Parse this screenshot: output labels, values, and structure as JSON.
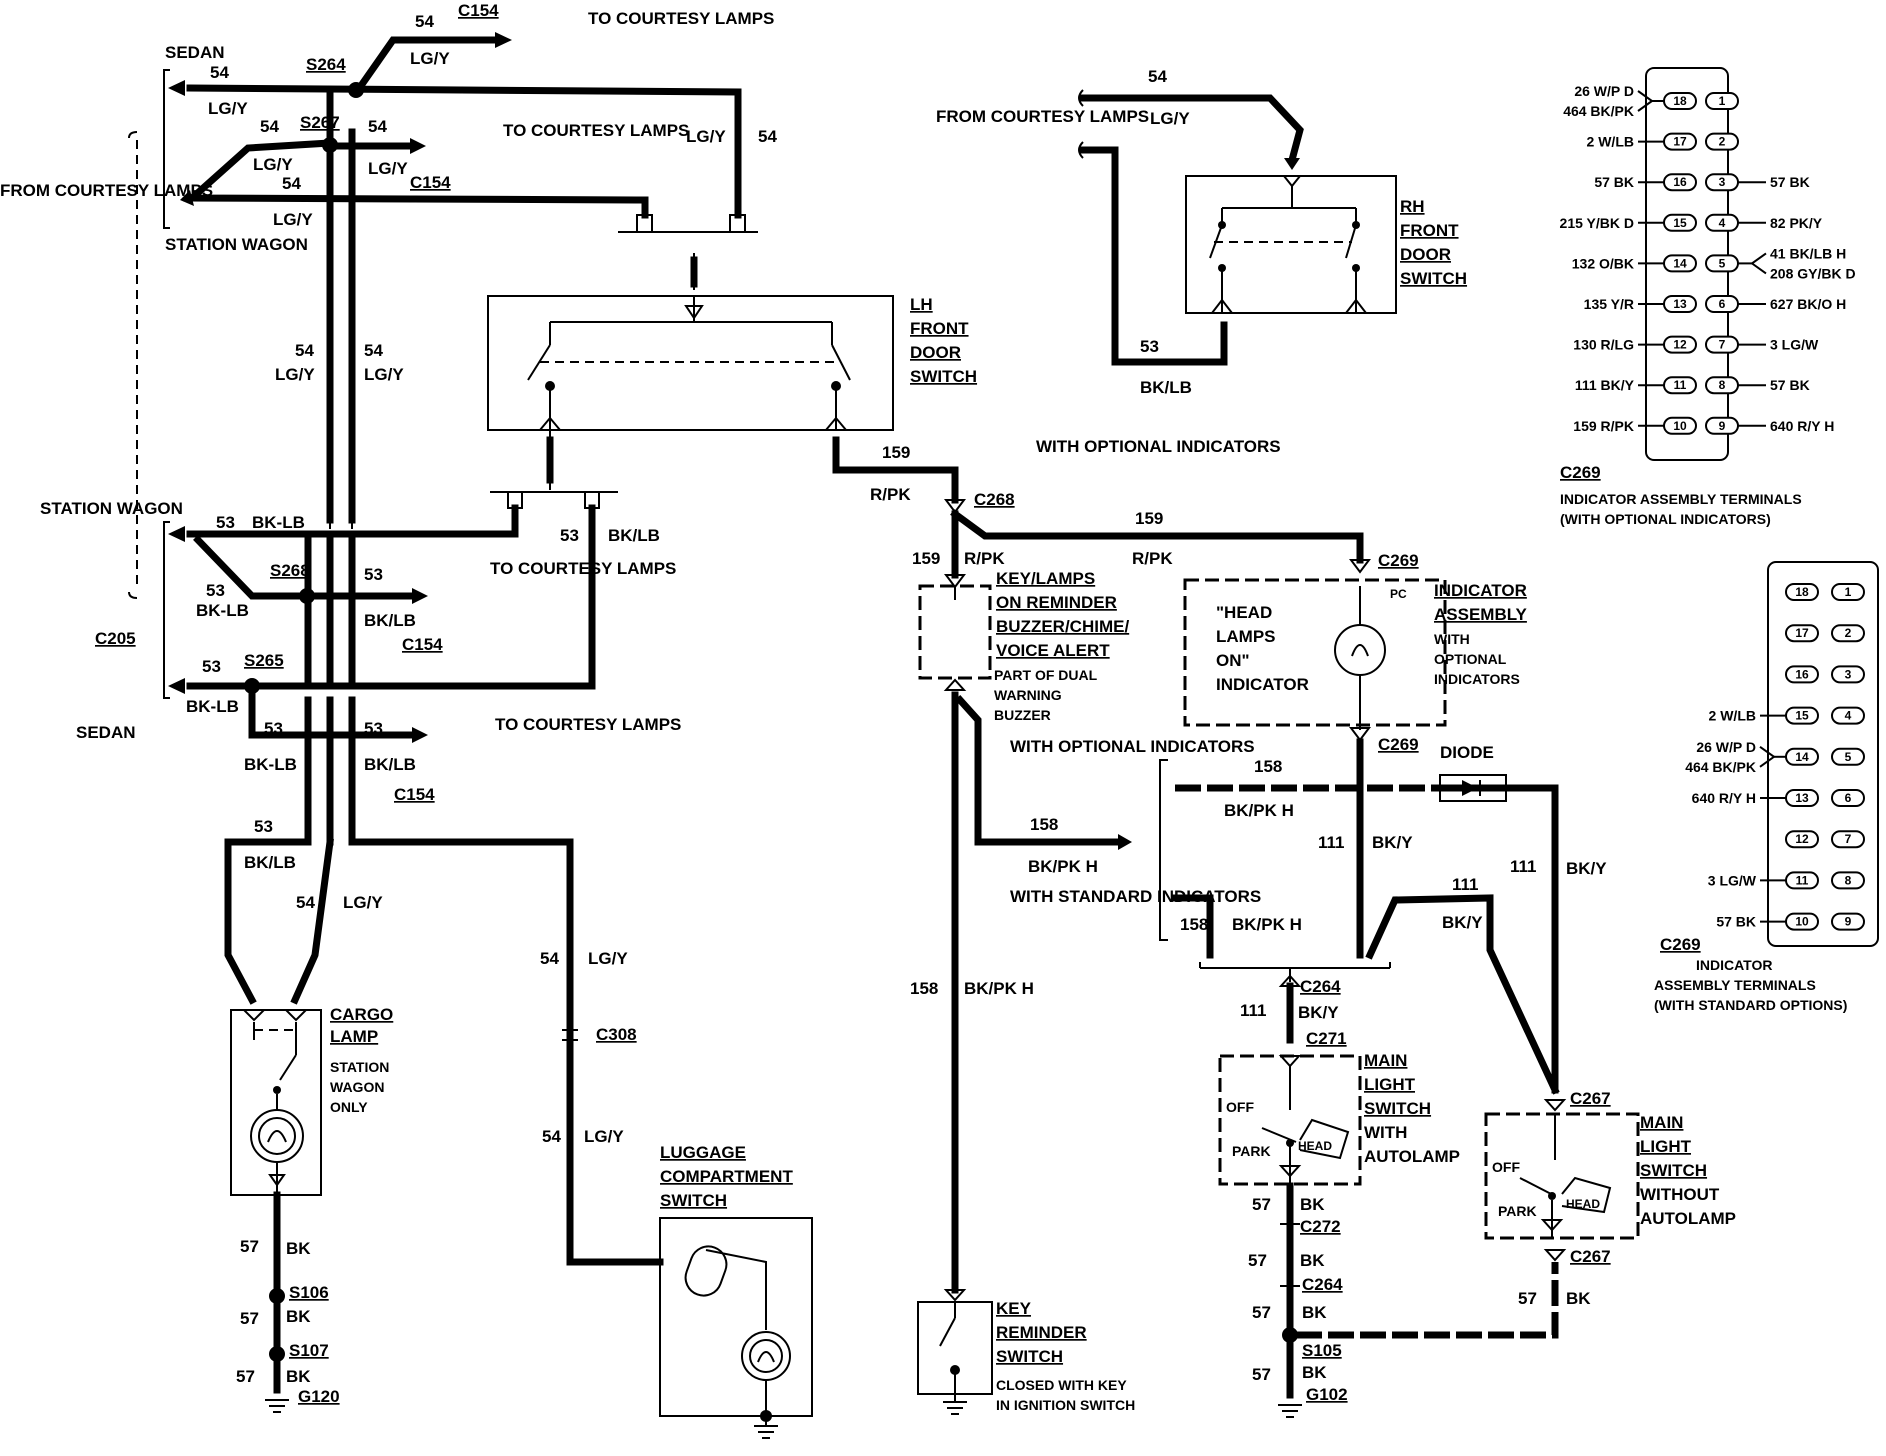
{
  "labels": {
    "sedan": "SEDAN",
    "station_wagon": "STATION WAGON",
    "from_courtesy_lamps": "FROM COURTESY LAMPS",
    "to_courtesy_lamps": "TO COURTESY LAMPS",
    "with_optional_indicators": "WITH OPTIONAL INDICATORS",
    "with_standard_indicators": "WITH STANDARD INDICATORS",
    "diode": "DIODE"
  },
  "circuits": {
    "c54": "54",
    "c53": "53",
    "c57": "57",
    "c111": "111",
    "c158": "158",
    "c159": "159",
    "lg_y": "LG/Y",
    "bk_lb": "BK/LB",
    "bk_lb_dash": "BK-LB",
    "bk": "BK",
    "bk_y": "BK/Y",
    "bk_pk_h": "BK/PK H",
    "r_pk": "R/PK"
  },
  "connectors": {
    "c154": "C154",
    "c205": "C205",
    "c264": "C264",
    "c267": "C267",
    "c268": "C268",
    "c269": "C269",
    "c271": "C271",
    "c272": "C272",
    "c308": "C308"
  },
  "splices": {
    "s264": "S264",
    "s265": "S265",
    "s267": "S267",
    "s268": "S268",
    "s105": "S105",
    "s106": "S106",
    "s107": "S107"
  },
  "grounds": {
    "g102": "G102",
    "g120": "G120"
  },
  "components": {
    "lh_door_switch": [
      "LH",
      "FRONT",
      "DOOR",
      "SWITCH"
    ],
    "rh_door_switch": [
      "RH",
      "FRONT",
      "DOOR",
      "SWITCH"
    ],
    "cargo_lamp": [
      "CARGO",
      "LAMP"
    ],
    "cargo_lamp_note": [
      "STATION",
      "WAGON",
      "ONLY"
    ],
    "luggage_switch": [
      "LUGGAGE",
      "COMPARTMENT",
      "SWITCH"
    ],
    "buzzer": [
      "KEY/LAMPS",
      "ON REMINDER",
      "BUZZER/CHIME/",
      "VOICE ALERT"
    ],
    "buzzer_note": [
      "PART OF DUAL",
      "WARNING",
      "BUZZER"
    ],
    "key_reminder": [
      "KEY",
      "REMINDER",
      "SWITCH"
    ],
    "key_reminder_note": [
      "CLOSED WITH KEY",
      "IN IGNITION SWITCH"
    ],
    "head_lamps_indicator": [
      "\"HEAD",
      "LAMPS",
      "ON\"",
      "INDICATOR"
    ],
    "indicator_assembly": [
      "INDICATOR",
      "ASSEMBLY"
    ],
    "indicator_assembly_note": [
      "WITH",
      "OPTIONAL",
      "INDICATORS"
    ],
    "pc": "PC",
    "main_switch_auto": [
      "MAIN",
      "LIGHT",
      "SWITCH"
    ],
    "main_switch_auto_note": [
      "WITH",
      "AUTOLAMP"
    ],
    "main_switch_manual": [
      "MAIN",
      "LIGHT",
      "SWITCH"
    ],
    "main_switch_manual_note": [
      "WITHOUT",
      "AUTOLAMP"
    ],
    "off": "OFF",
    "park": "PARK",
    "head": "HEAD"
  },
  "terminals_optional": {
    "caption_ref": "C269",
    "caption": [
      "INDICATOR ASSEMBLY TERMINALS",
      "(WITH OPTIONAL INDICATORS)"
    ],
    "rows": [
      {
        "l": "18",
        "r": "1",
        "left": [
          "26 W/P D",
          "464 BK/PK"
        ],
        "right": []
      },
      {
        "l": "17",
        "r": "2",
        "left": [
          "2 W/LB"
        ],
        "right": []
      },
      {
        "l": "16",
        "r": "3",
        "left": [
          "57 BK"
        ],
        "right": [
          "57 BK"
        ]
      },
      {
        "l": "15",
        "r": "4",
        "left": [
          "215 Y/BK D"
        ],
        "right": [
          "82 PK/Y"
        ]
      },
      {
        "l": "14",
        "r": "5",
        "left": [
          "132 O/BK"
        ],
        "right": [
          "41 BK/LB H",
          "208 GY/BK D"
        ]
      },
      {
        "l": "13",
        "r": "6",
        "left": [
          "135 Y/R"
        ],
        "right": [
          "627 BK/O H"
        ]
      },
      {
        "l": "12",
        "r": "7",
        "left": [
          "130 R/LG"
        ],
        "right": [
          "3 LG/W"
        ]
      },
      {
        "l": "11",
        "r": "8",
        "left": [
          "111 BK/Y"
        ],
        "right": [
          "57 BK"
        ]
      },
      {
        "l": "10",
        "r": "9",
        "left": [
          "159 R/PK"
        ],
        "right": [
          "640 R/Y H"
        ]
      }
    ]
  },
  "terminals_standard": {
    "caption_ref": "C269",
    "caption": [
      "INDICATOR",
      "ASSEMBLY TERMINALS",
      "(WITH STANDARD OPTIONS)"
    ],
    "rows": [
      {
        "l": "18",
        "r": "1",
        "left": []
      },
      {
        "l": "17",
        "r": "2",
        "left": []
      },
      {
        "l": "16",
        "r": "3",
        "left": []
      },
      {
        "l": "15",
        "r": "4",
        "left": [
          "2 W/LB"
        ]
      },
      {
        "l": "14",
        "r": "5",
        "left": [
          "26 W/P D",
          "464 BK/PK"
        ]
      },
      {
        "l": "13",
        "r": "6",
        "left": [
          "640 R/Y H"
        ]
      },
      {
        "l": "12",
        "r": "7",
        "left": []
      },
      {
        "l": "11",
        "r": "8",
        "left": [
          "3 LG/W"
        ]
      },
      {
        "l": "10",
        "r": "9",
        "left": [
          "57 BK"
        ]
      }
    ]
  }
}
